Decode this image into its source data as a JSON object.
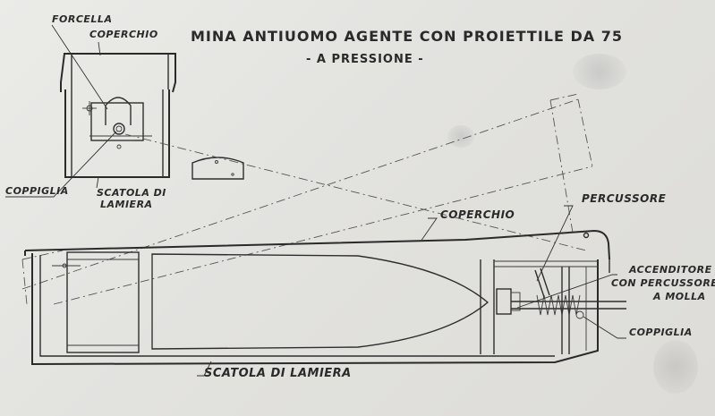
{
  "diagram": {
    "title_line1": "MINA ANTIUOMO AGENTE CON PROIETTILE DA 75",
    "title_line2": "- A PRESSIONE -",
    "labels": {
      "forcella": "FORCELLA",
      "coperchio_small": "COPERCHIO",
      "coppiglia_left": "COPPIGLIA",
      "scatola_small_1": "SCATOLA DI",
      "scatola_small_2": "LAMIERA",
      "percussore": "PERCUSSORE",
      "coperchio_main": "COPERCHIO",
      "accenditore_1": "ACCENDITORE",
      "accenditore_2": "CON PERCUSSORE",
      "accenditore_3": "A MOLLA",
      "coppiglia_right": "COPPIGLIA",
      "scatola_main": "SCATOLA DI LAMIERA"
    }
  },
  "colors": {
    "paper": "#e4e3e0",
    "ink": "#2e2e2e"
  }
}
